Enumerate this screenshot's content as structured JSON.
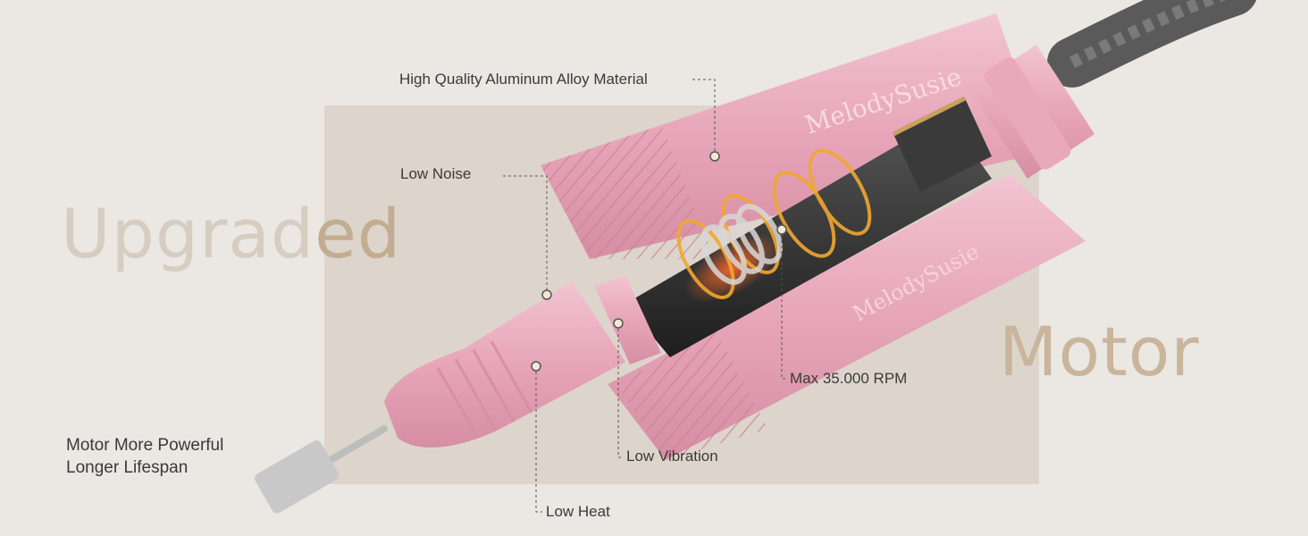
{
  "headline": {
    "left_word_part1": "Upgrad",
    "left_word_part2": "ed",
    "right_word": "Motor"
  },
  "callouts": {
    "aluminum": "High Quality Aluminum Alloy Material",
    "noise": "Low Noise",
    "rpm": "Max 35.000 RPM",
    "vibration": "Low Vibration",
    "heat": "Low Heat",
    "power_line1": "Motor More Powerful",
    "power_line2": "Longer Lifespan"
  },
  "colors": {
    "background": "#ebe7e2",
    "panel": "#ddd5cb",
    "body_pink": "#e9a9bd",
    "accent_beige": "#c2ad92",
    "text": "#3a3a3a"
  },
  "icons": [
    "drill-bit-icon",
    "handpiece-icon",
    "motor-icon",
    "cable-icon"
  ]
}
